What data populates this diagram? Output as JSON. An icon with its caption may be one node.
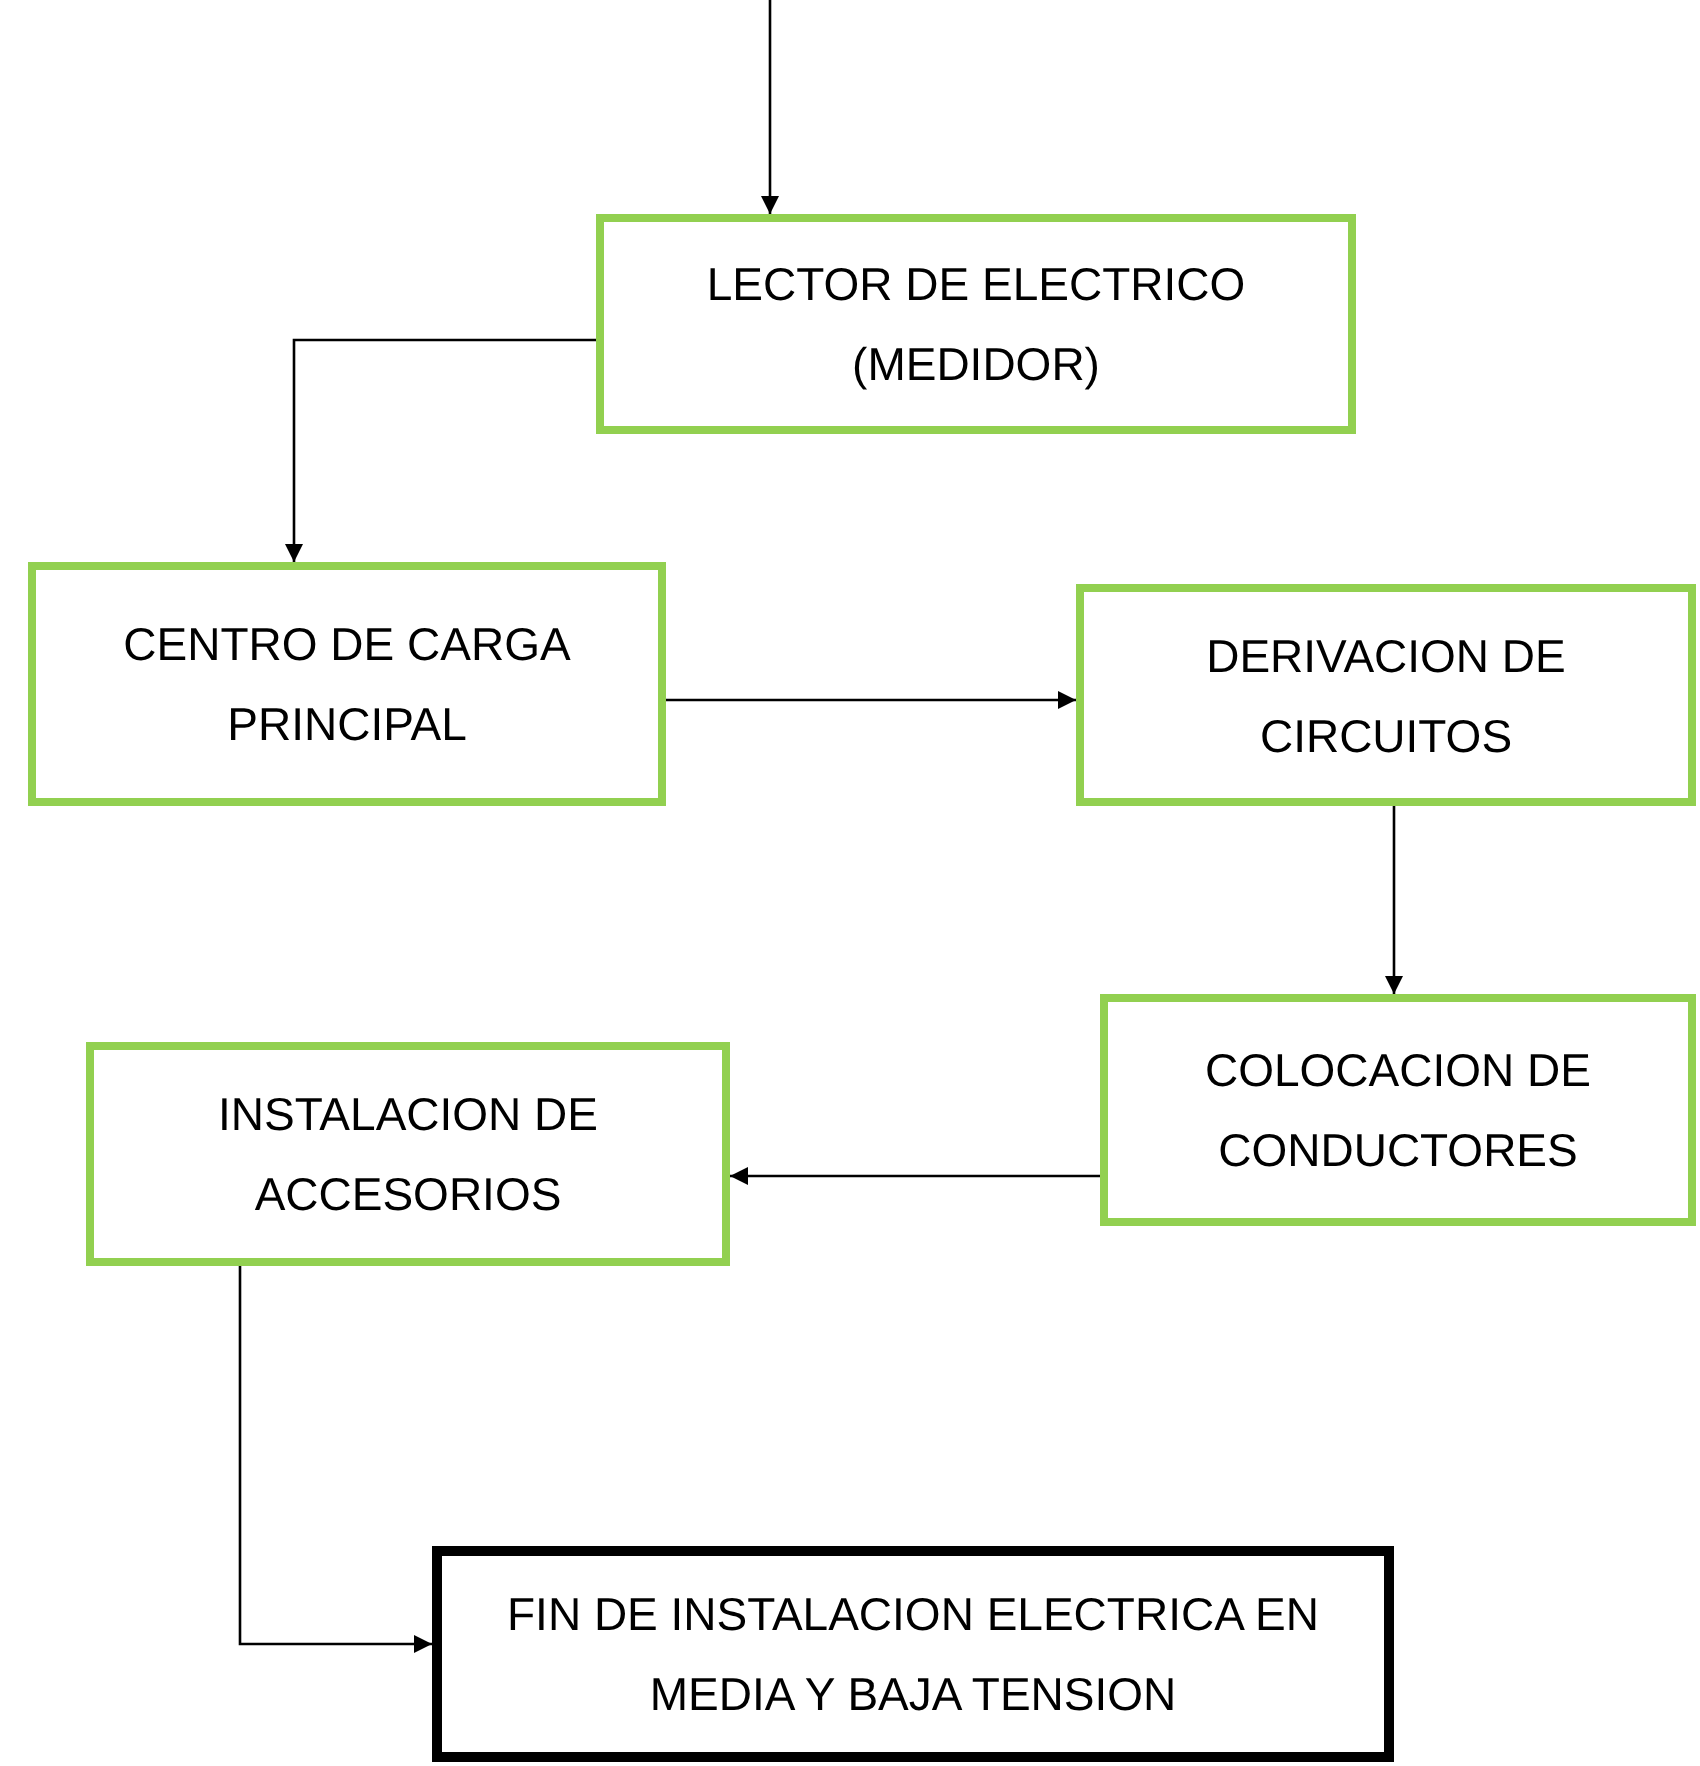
{
  "diagram": {
    "nodes": [
      {
        "text": [
          "LECTOR DE ELECTRICO (MEDIDOR)"
        ]
      },
      {
        "text": [
          "CENTRO DE CARGA PRINCIPAL"
        ]
      },
      {
        "text": [
          "DERIVACION DE CIRCUITOS"
        ]
      },
      {
        "text": [
          "COLOCACION DE CONDUCTORES"
        ]
      },
      {
        "text": [
          "INSTALACION DE ACCESORIOS"
        ]
      },
      {
        "text": [
          "FIN DE INSTALACION ELECTRICA EN MEDIA Y BAJA TENSION"
        ]
      }
    ],
    "edges": [
      {
        "from": null,
        "to": 0,
        "arrow": "to"
      },
      {
        "from": 0,
        "to": 1,
        "arrow": "to"
      },
      {
        "from": 1,
        "to": 2,
        "arrow": "to"
      },
      {
        "from": 2,
        "to": 3,
        "arrow": "to"
      },
      {
        "from": 3,
        "to": 4,
        "arrow": "to"
      },
      {
        "from": 4,
        "to": 5,
        "arrow": "to"
      }
    ]
  }
}
